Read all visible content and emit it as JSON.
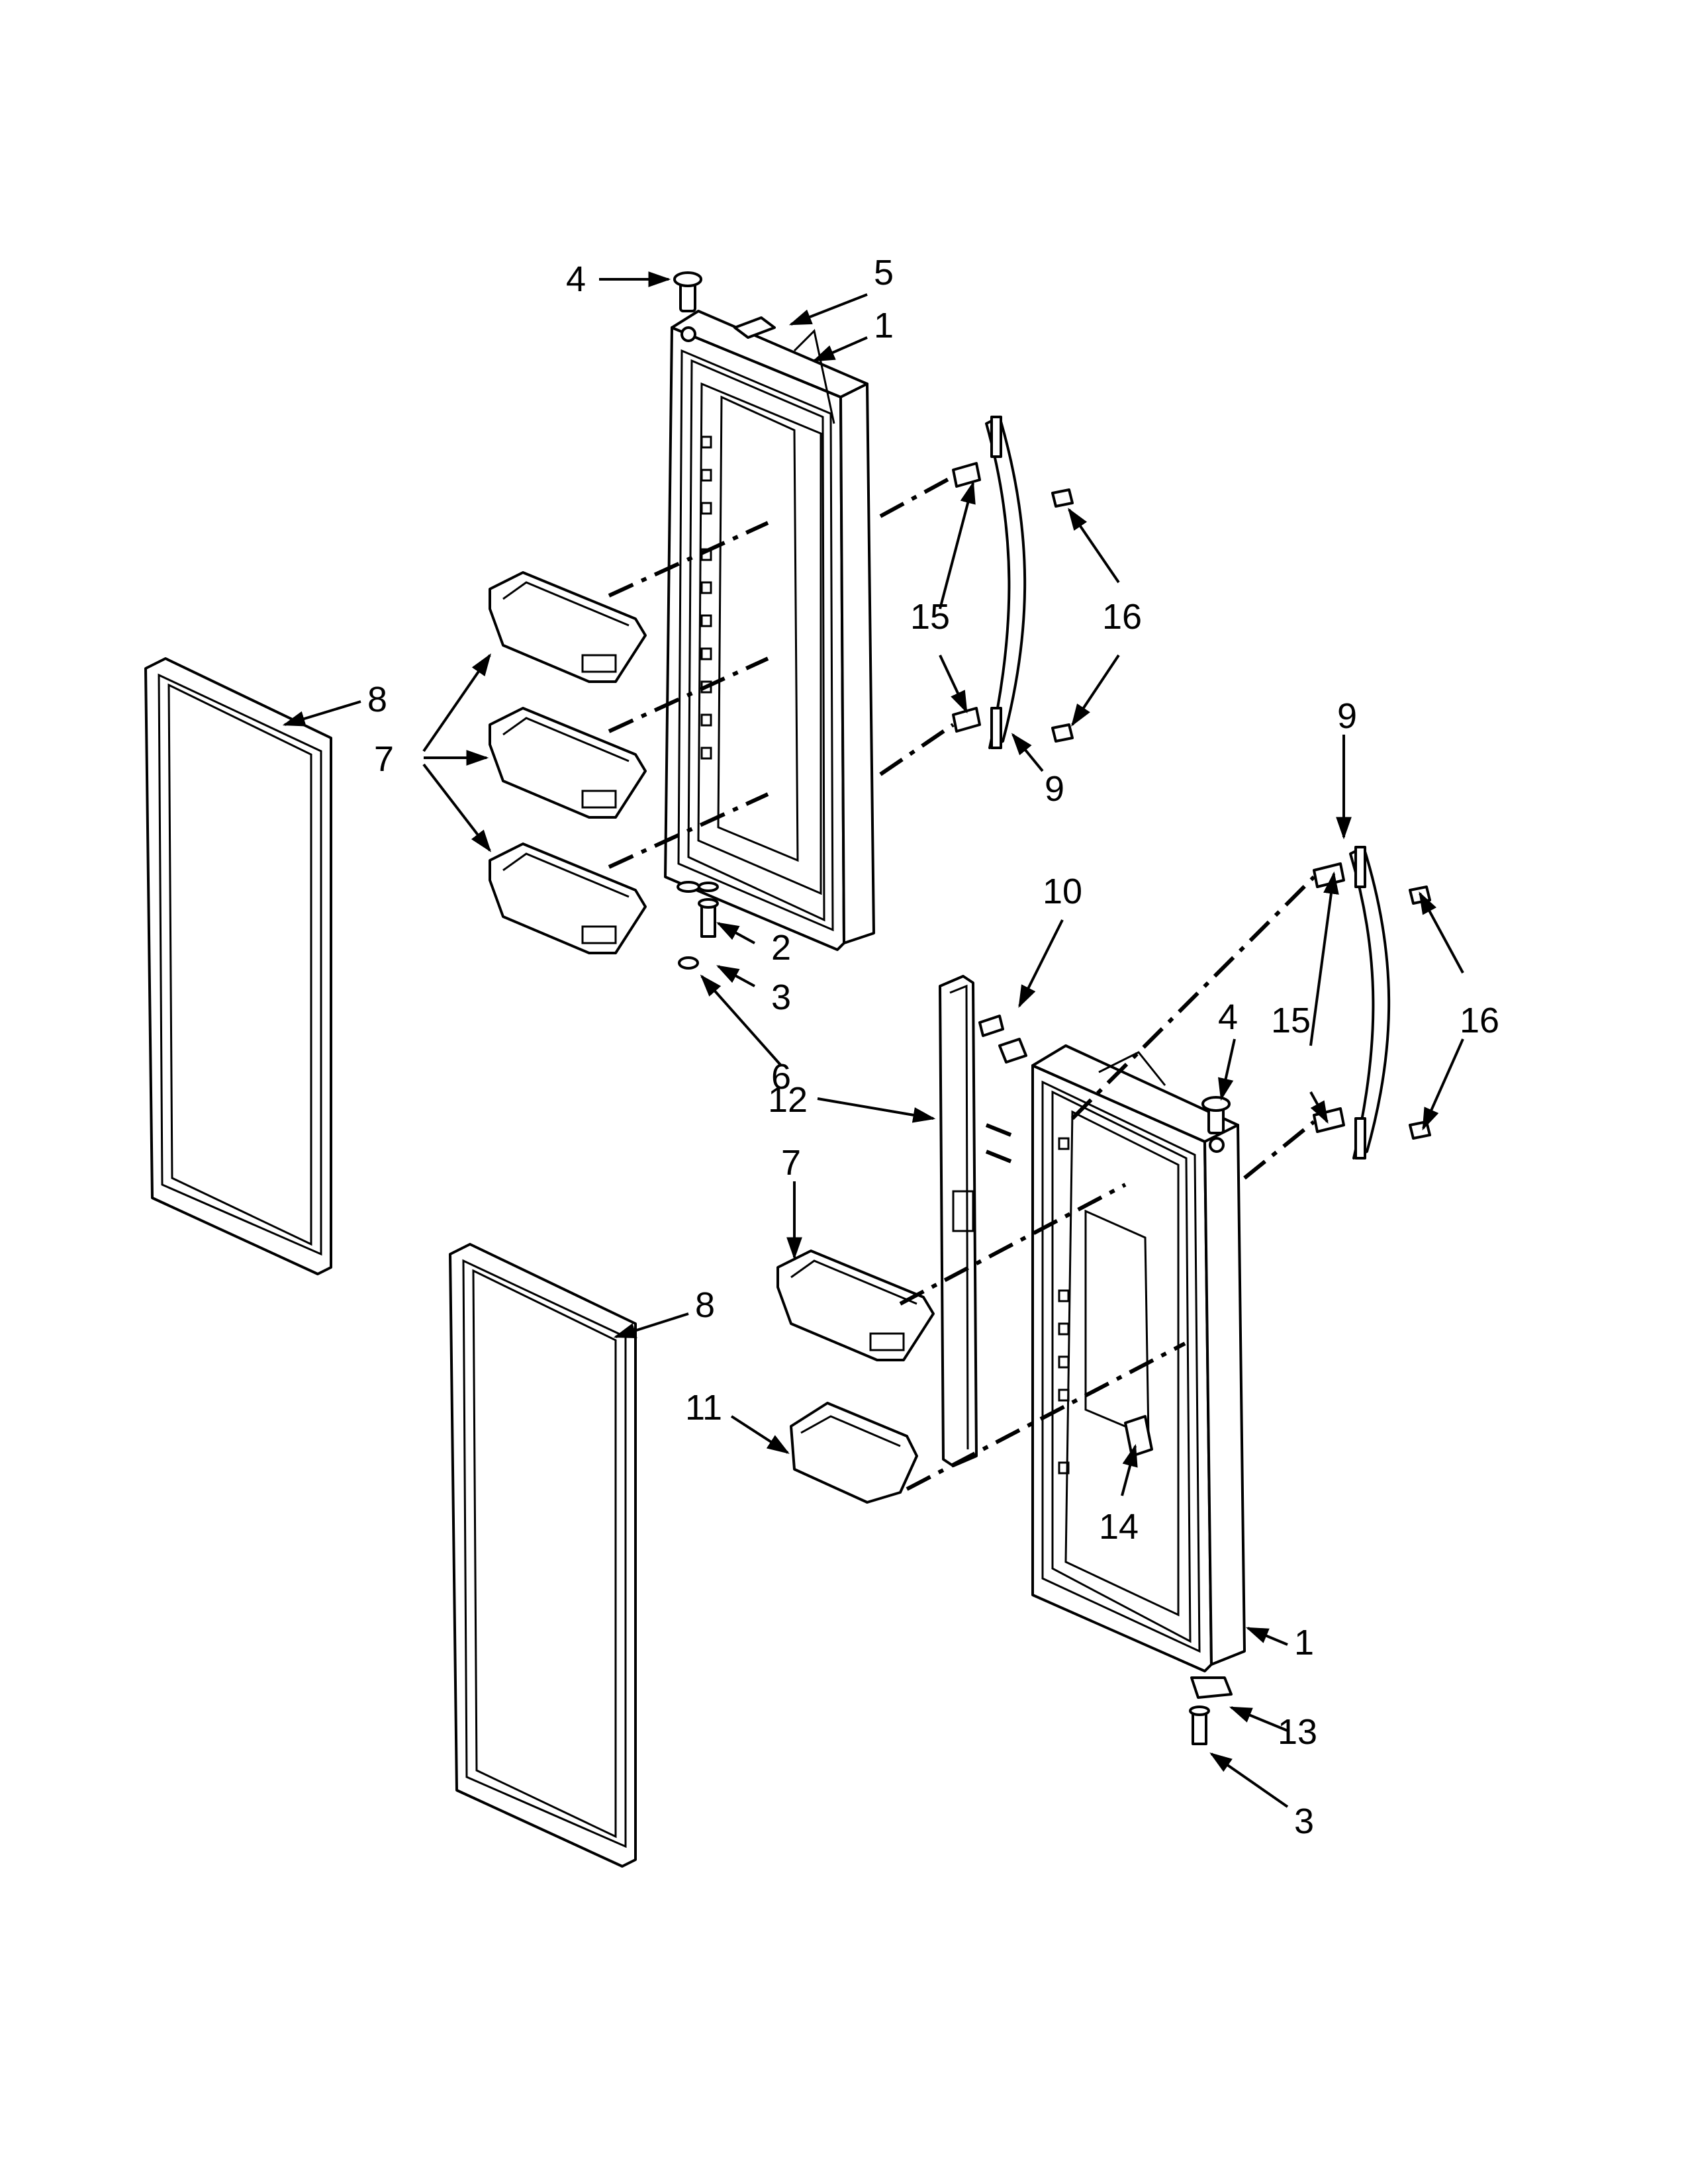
{
  "callouts": [
    {
      "id": "c4a",
      "text": "4"
    },
    {
      "id": "c5",
      "text": "5"
    },
    {
      "id": "c1a",
      "text": "1"
    },
    {
      "id": "c15a",
      "text": "15"
    },
    {
      "id": "c16a",
      "text": "16"
    },
    {
      "id": "c8a",
      "text": "8"
    },
    {
      "id": "c7a",
      "text": "7"
    },
    {
      "id": "c9a",
      "text": "9"
    },
    {
      "id": "c9b",
      "text": "9"
    },
    {
      "id": "c2",
      "text": "2"
    },
    {
      "id": "c3a",
      "text": "3"
    },
    {
      "id": "c6",
      "text": "6"
    },
    {
      "id": "c10",
      "text": "10"
    },
    {
      "id": "c4b",
      "text": "4"
    },
    {
      "id": "c15b",
      "text": "15"
    },
    {
      "id": "c16b",
      "text": "16"
    },
    {
      "id": "c12",
      "text": "12"
    },
    {
      "id": "c7b",
      "text": "7"
    },
    {
      "id": "c8b",
      "text": "8"
    },
    {
      "id": "c11",
      "text": "11"
    },
    {
      "id": "c14",
      "text": "14"
    },
    {
      "id": "c1b",
      "text": "1"
    },
    {
      "id": "c13",
      "text": "13"
    },
    {
      "id": "c3b",
      "text": "3"
    }
  ]
}
